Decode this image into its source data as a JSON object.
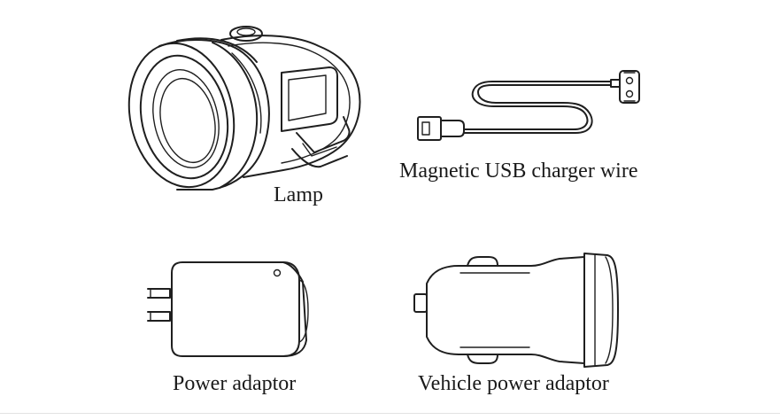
{
  "items": [
    {
      "id": "lamp",
      "label": "Lamp",
      "icon": "headlamp-icon"
    },
    {
      "id": "charger",
      "label": "Magnetic USB charger wire",
      "icon": "magnetic-usb-cable-icon"
    },
    {
      "id": "adaptor",
      "label": "Power adaptor",
      "icon": "wall-plug-adaptor-icon"
    },
    {
      "id": "vehicle",
      "label": "Vehicle power adaptor",
      "icon": "car-charger-icon"
    }
  ],
  "colors": {
    "line": "#1f1f1f",
    "background": "#ffffff"
  }
}
